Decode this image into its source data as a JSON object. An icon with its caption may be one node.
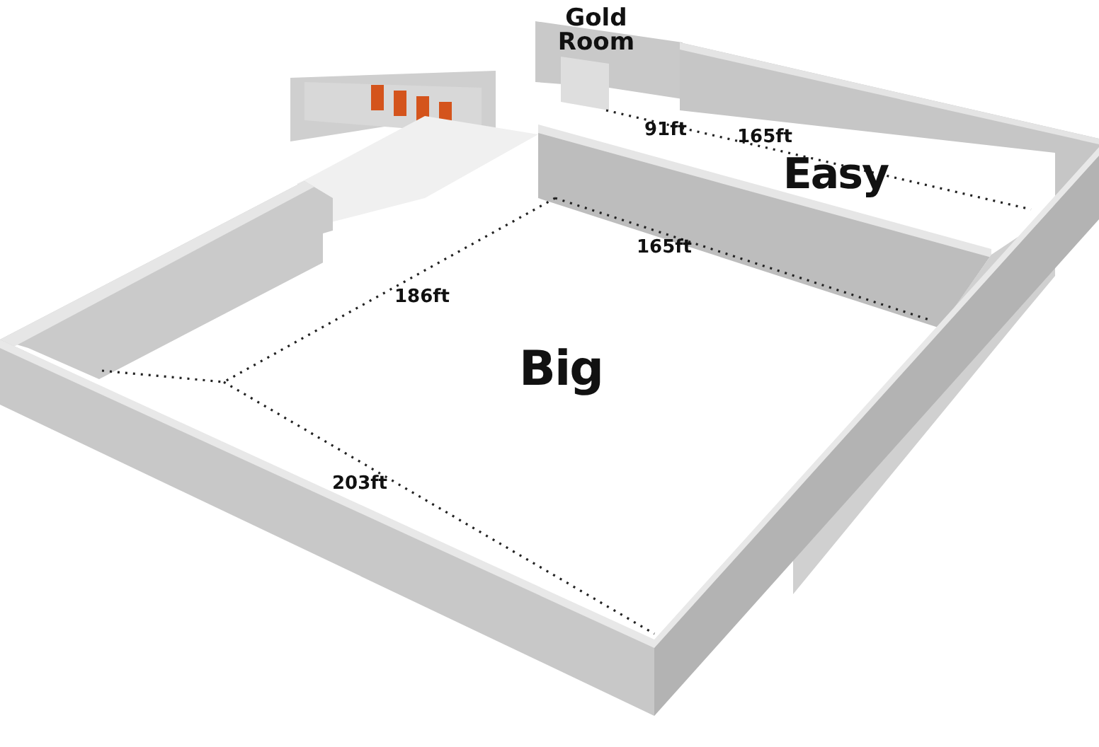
{
  "diagram": {
    "labels": [
      "Gold Room",
      "91ft",
      "165ft",
      "Easy",
      "165ft",
      "186ft",
      "Big",
      "203ft"
    ]
  }
}
